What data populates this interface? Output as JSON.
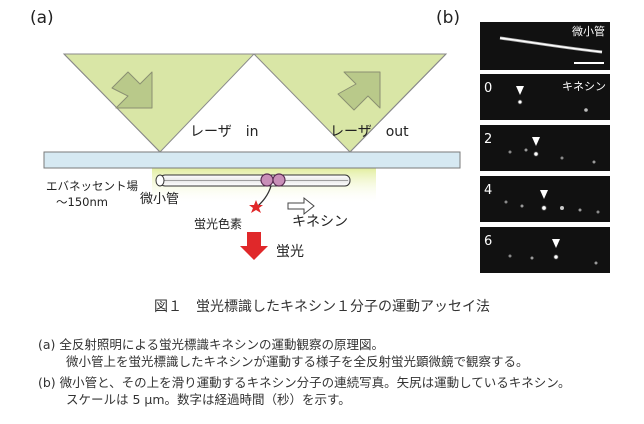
{
  "panels": {
    "a": "(a)",
    "b": "(b)"
  },
  "diagram": {
    "laser_in": "レーザ　in",
    "laser_out": "レーザ　out",
    "evanescent_field": "エバネッセント場",
    "evanescent_depth": "～150nm",
    "microtubule": "微小管",
    "fluorophore": "蛍光色素",
    "kinesin": "キネシン",
    "fluorescence": "蛍光"
  },
  "micrographs": {
    "microtubule_label": "微小管",
    "kinesin_label": "キネシン",
    "frames": [
      "0",
      "2",
      "4",
      "6"
    ]
  },
  "caption": {
    "title": "図１　蛍光標識したキネシン１分子の運動アッセイ法",
    "a_line1": "(a) 全反射照明による蛍光標識キネシンの運動観察の原理図。",
    "a_line2": "微小管上を蛍光標識したキネシンが運動する様子を全反射蛍光顕微鏡で観察する。",
    "b_line1": "(b) 微小管と、その上を滑り運動するキネシン分子の連続写真。矢尻は運動しているキネシン。",
    "b_line2": "スケールは 5 μm。数字は経過時間（秒）を示す。"
  },
  "colors": {
    "laser": "#d9e6a6",
    "glass": "#d6e9f2",
    "evanescent": "#e2ee9e",
    "red_arrow": "#e0282a"
  }
}
